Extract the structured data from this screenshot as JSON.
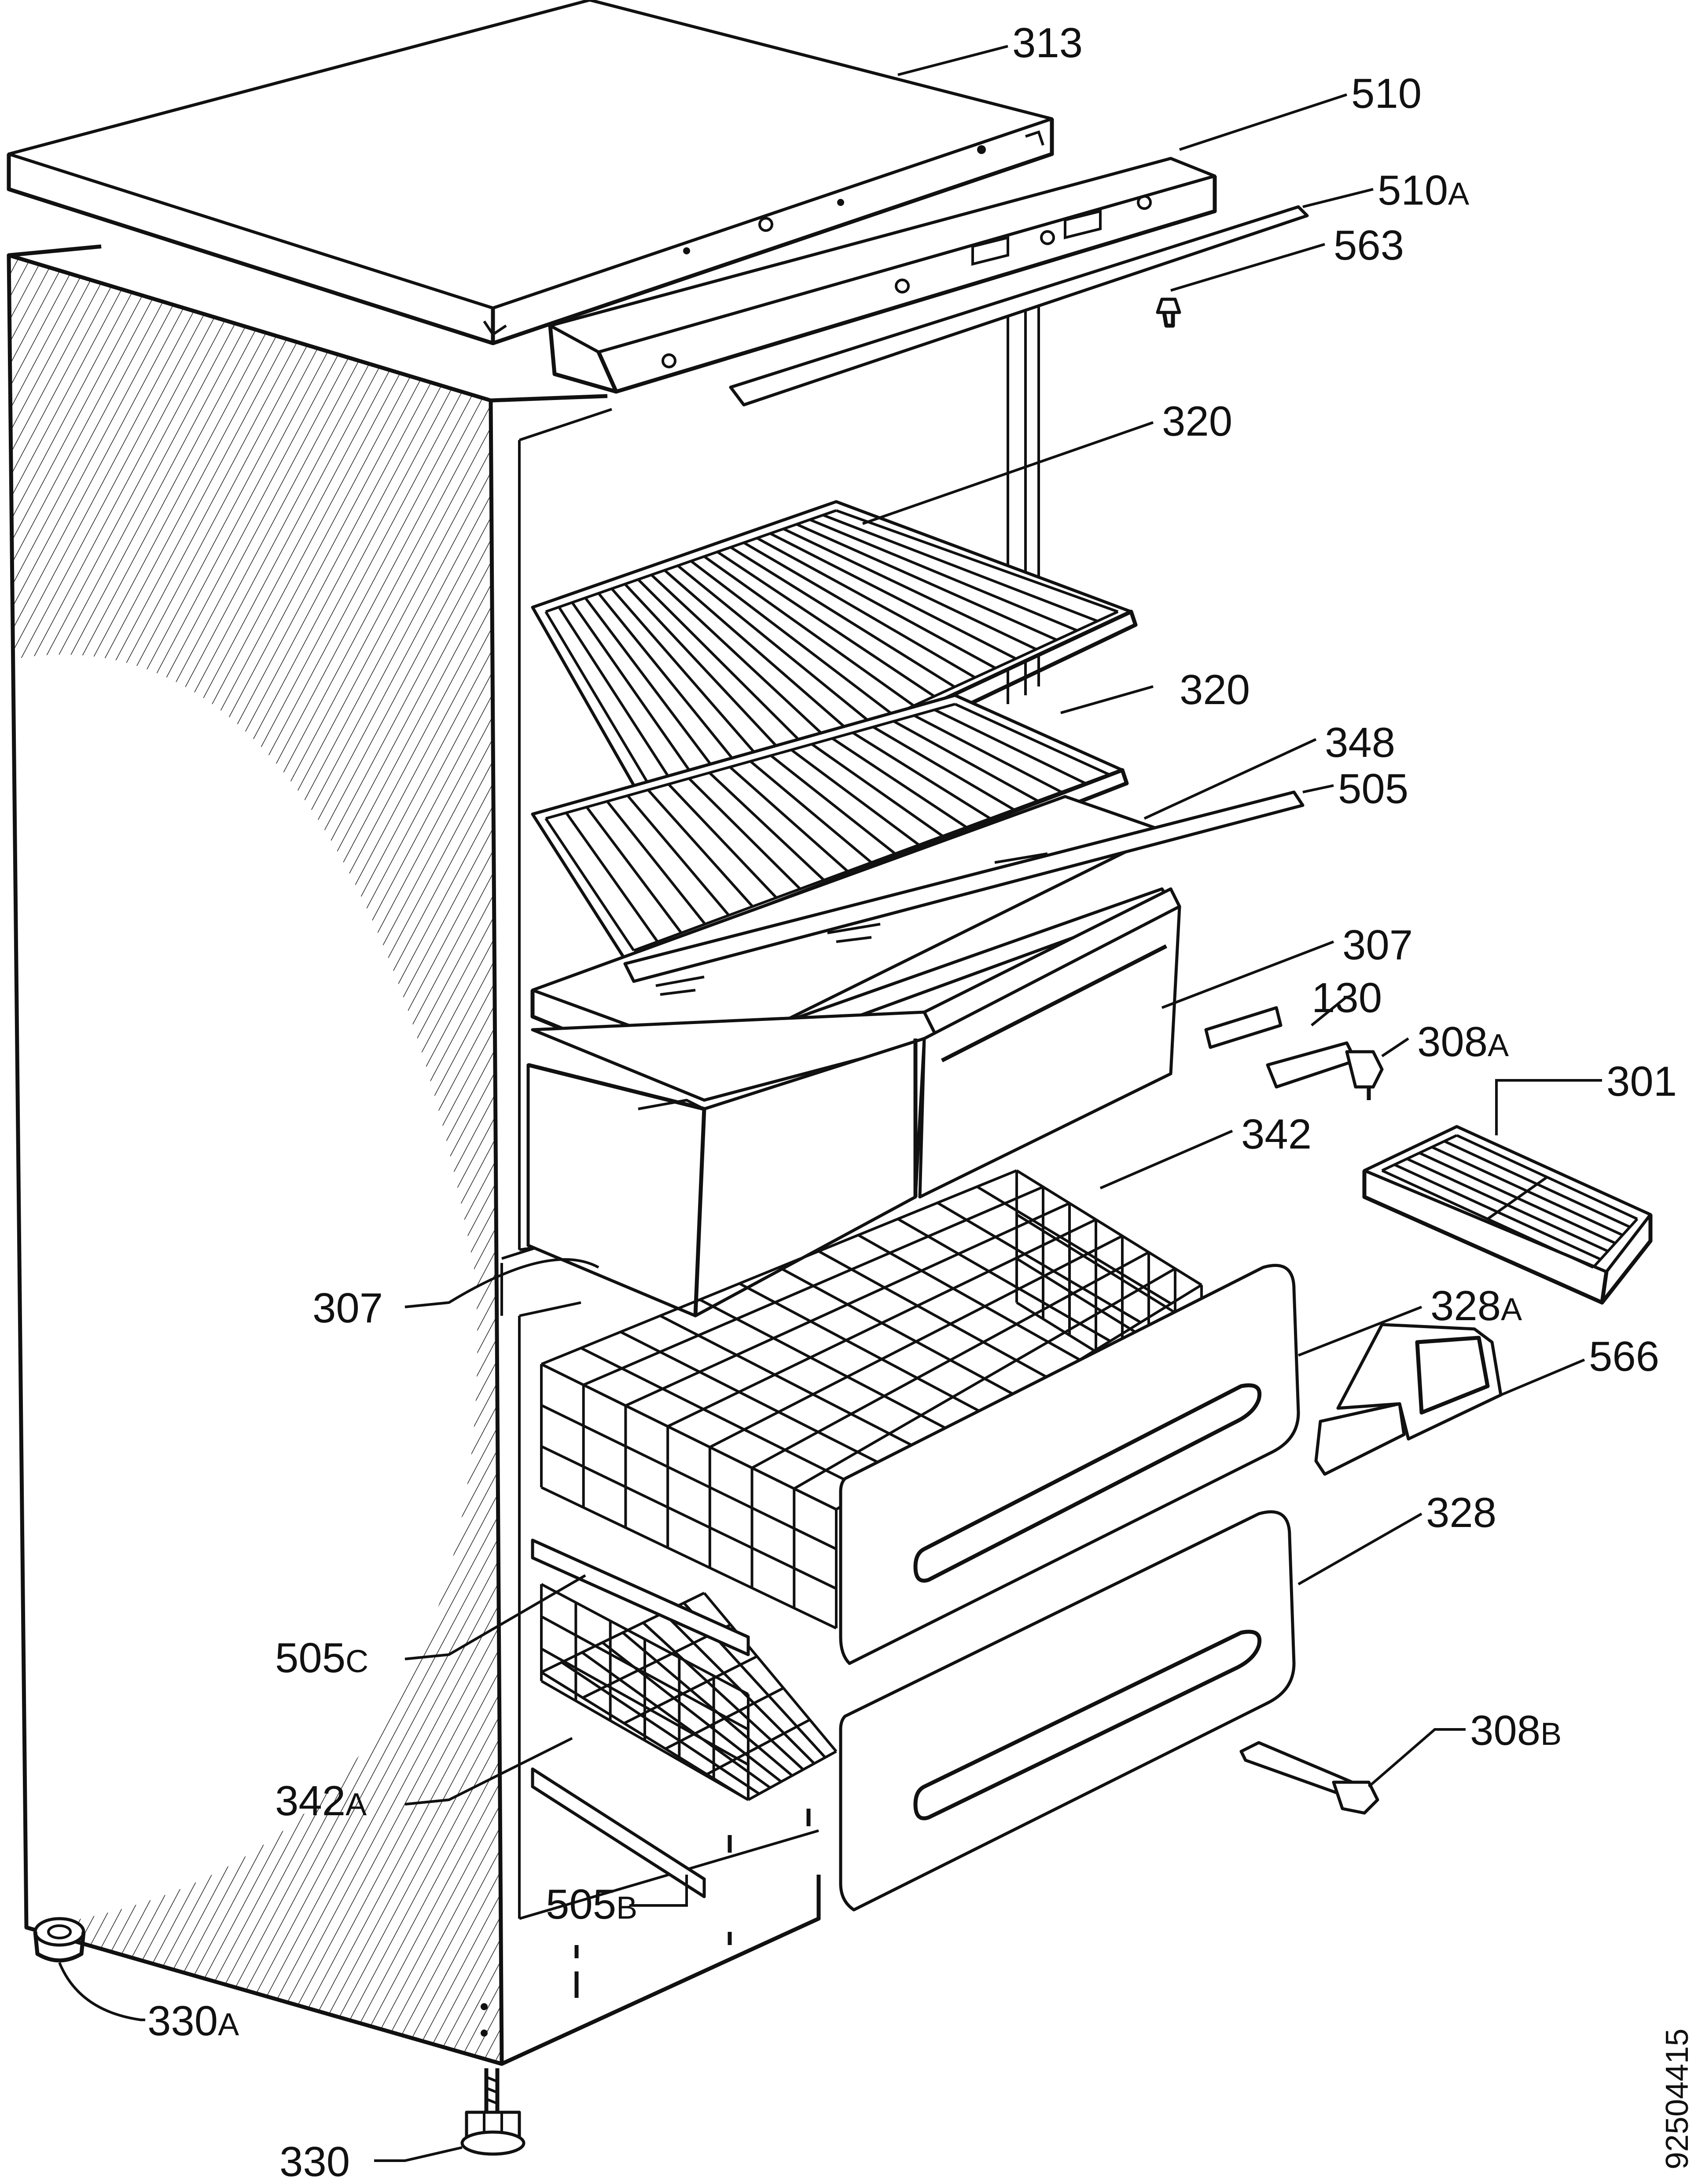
{
  "drawing_number": "92504415",
  "parts": [
    {
      "id": "p313",
      "num": "313",
      "suffix": ""
    },
    {
      "id": "p510",
      "num": "510",
      "suffix": ""
    },
    {
      "id": "p510a",
      "num": "510",
      "suffix": "A"
    },
    {
      "id": "p563",
      "num": "563",
      "suffix": ""
    },
    {
      "id": "p320a",
      "num": "320",
      "suffix": ""
    },
    {
      "id": "p320b",
      "num": "320",
      "suffix": ""
    },
    {
      "id": "p348",
      "num": "348",
      "suffix": ""
    },
    {
      "id": "p505",
      "num": "505",
      "suffix": ""
    },
    {
      "id": "p307a",
      "num": "307",
      "suffix": ""
    },
    {
      "id": "p130",
      "num": "130",
      "suffix": ""
    },
    {
      "id": "p308a",
      "num": "308",
      "suffix": "A"
    },
    {
      "id": "p301",
      "num": "301",
      "suffix": ""
    },
    {
      "id": "p342",
      "num": "342",
      "suffix": ""
    },
    {
      "id": "p307b",
      "num": "307",
      "suffix": ""
    },
    {
      "id": "p328a",
      "num": "328",
      "suffix": "A"
    },
    {
      "id": "p566",
      "num": "566",
      "suffix": ""
    },
    {
      "id": "p328",
      "num": "328",
      "suffix": ""
    },
    {
      "id": "p505c",
      "num": "505",
      "suffix": "C"
    },
    {
      "id": "p308b",
      "num": "308",
      "suffix": "B"
    },
    {
      "id": "p342a",
      "num": "342",
      "suffix": "A"
    },
    {
      "id": "p505b",
      "num": "505",
      "suffix": "B"
    },
    {
      "id": "p330a",
      "num": "330",
      "suffix": "A"
    },
    {
      "id": "p330",
      "num": "330",
      "suffix": ""
    }
  ]
}
